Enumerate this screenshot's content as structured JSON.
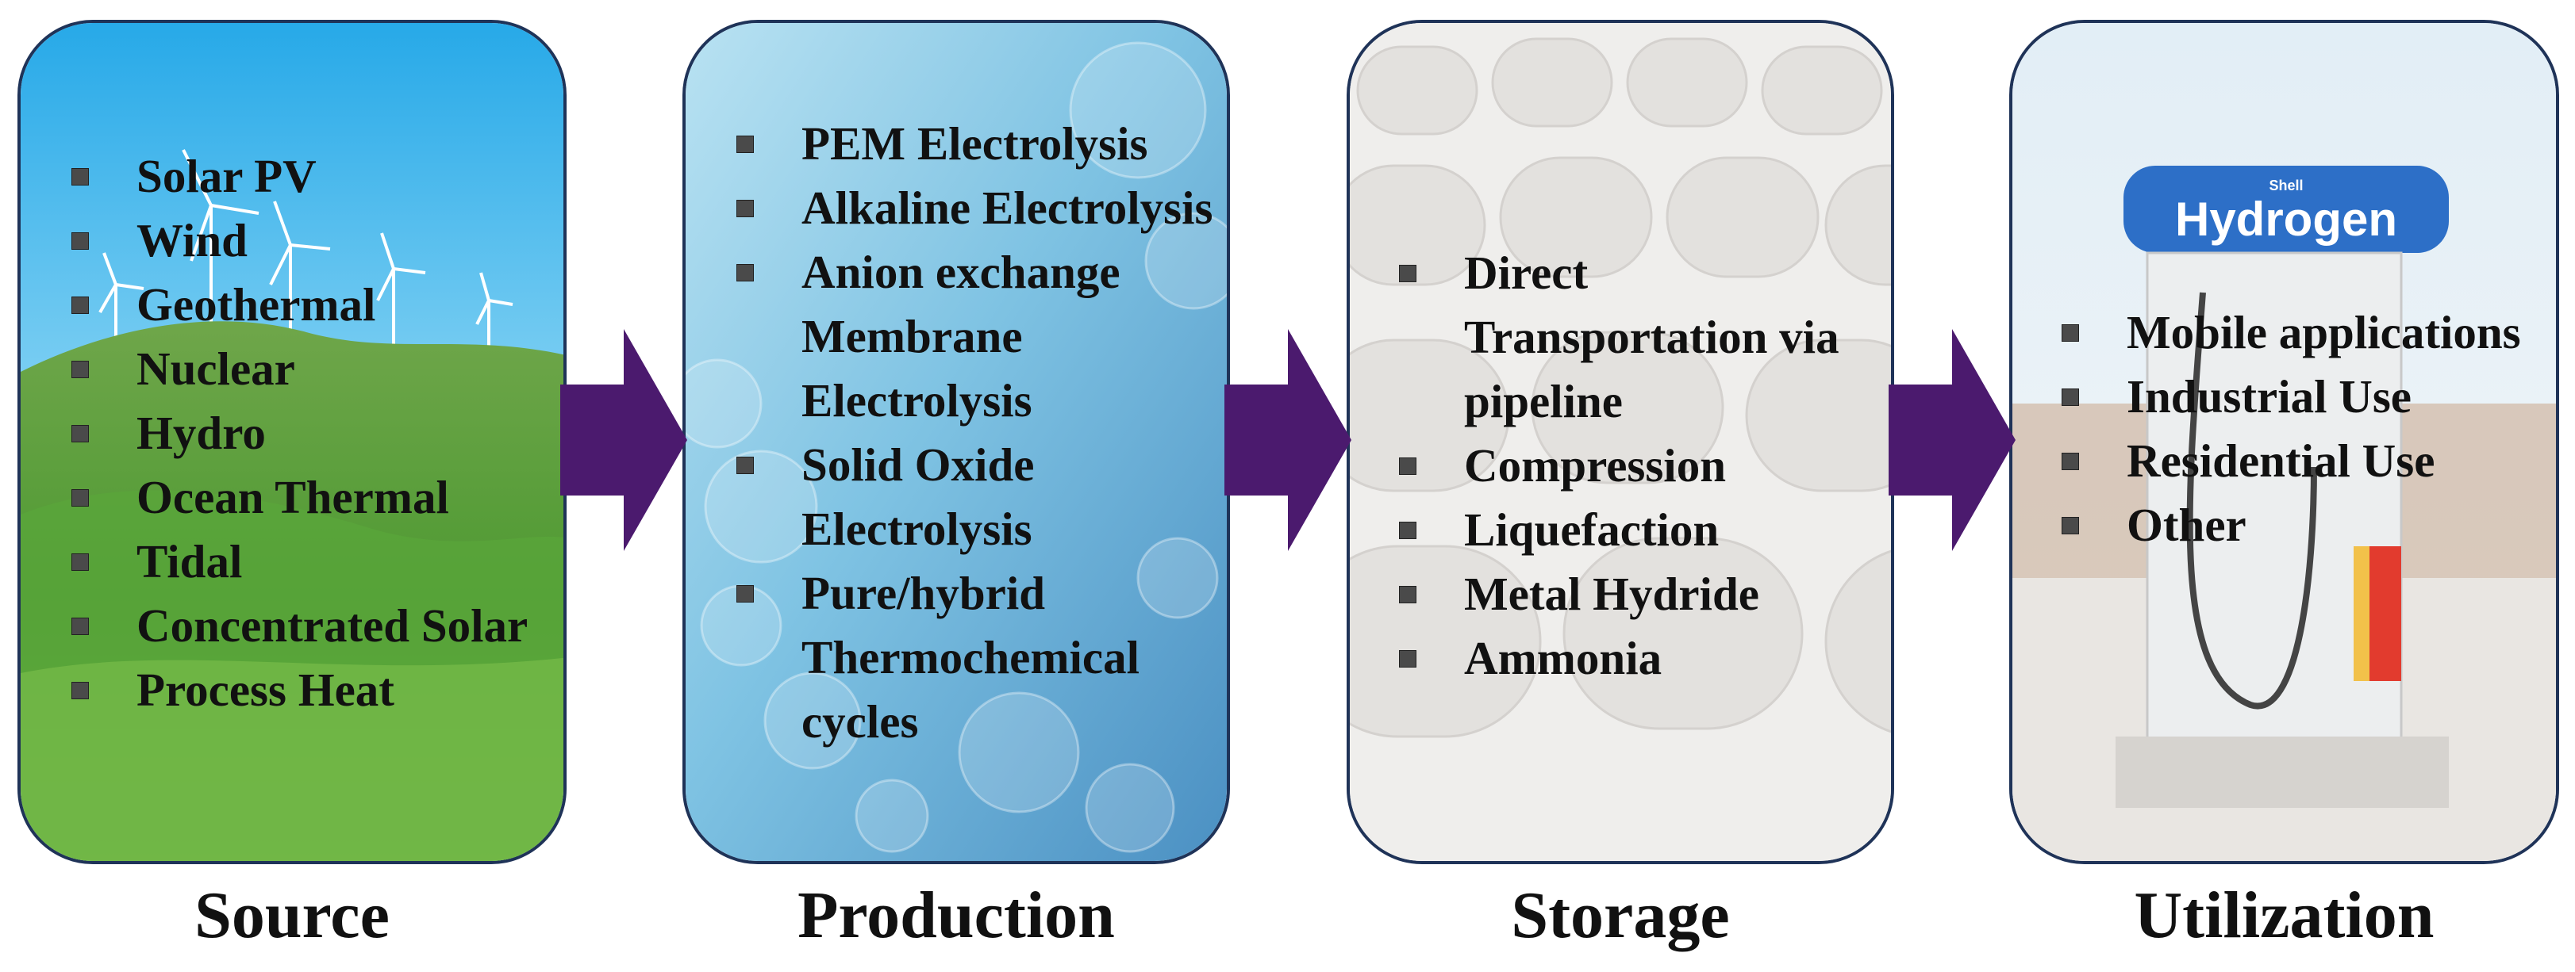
{
  "stages": [
    {
      "id": "source",
      "caption": "Source",
      "items": [
        "Solar PV",
        "Wind",
        "Geothermal",
        "Nuclear",
        "Hydro",
        "Ocean Thermal",
        "Tidal",
        "Concentrated Solar",
        "Process Heat"
      ]
    },
    {
      "id": "production",
      "caption": "Production",
      "items": [
        "PEM Electrolysis",
        "Alkaline Electrolysis",
        "Anion exchange Membrane Electrolysis",
        "Solid Oxide Electrolysis",
        "Pure/hybrid Thermochemical cycles"
      ]
    },
    {
      "id": "storage",
      "caption": "Storage",
      "items": [
        "Direct Transportation via pipeline",
        "Compression",
        "Liquefaction",
        "Metal Hydride",
        "Ammonia"
      ]
    },
    {
      "id": "utilization",
      "caption": "Utilization",
      "items": [
        "Mobile applications",
        "Industrial Use",
        "Residential Use",
        "Other"
      ]
    }
  ],
  "sign": {
    "brand": "Shell",
    "text": "Hydrogen"
  },
  "colors": {
    "border": "#1f3358",
    "arrow": "#4b1a6e",
    "bullet": "#4a4a4a"
  }
}
